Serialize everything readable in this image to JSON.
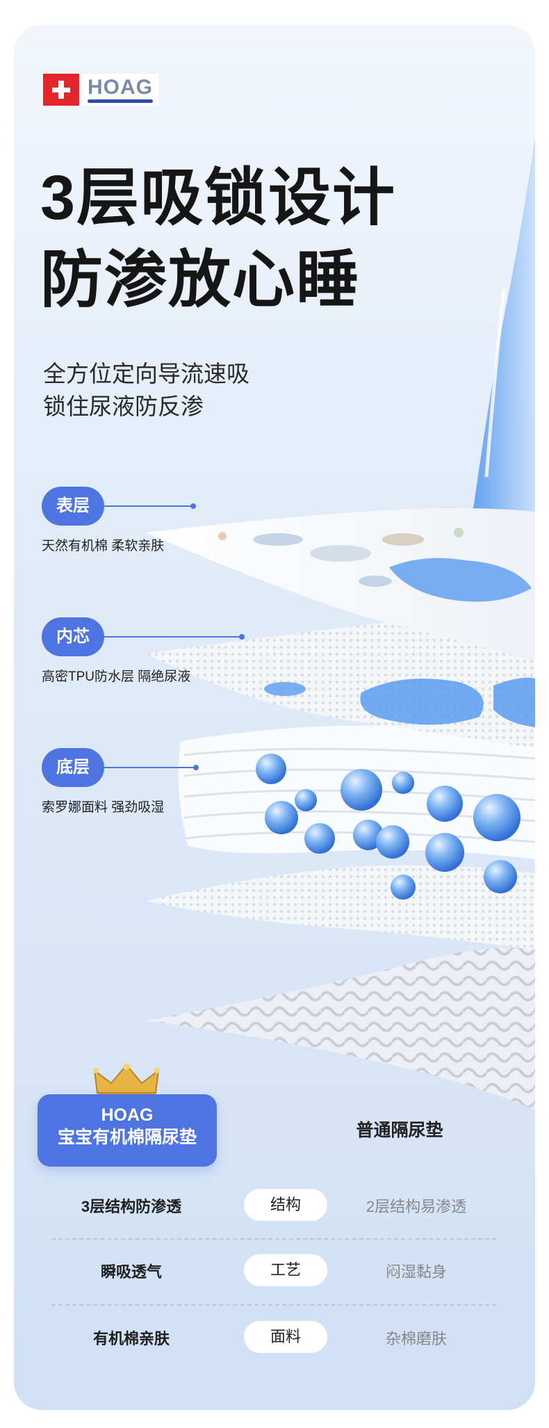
{
  "brand": {
    "name": "HOAG",
    "flag_icon": "swiss-cross-icon",
    "flag_color": "#e3262b"
  },
  "headline": [
    "3层吸锁设计",
    "防渗放心睡"
  ],
  "subline": [
    "全方位定向导流速吸",
    "锁住尿液防反渗"
  ],
  "layers": [
    {
      "tag": "表层",
      "desc": "天然有机棉 柔软亲肤"
    },
    {
      "tag": "内芯",
      "desc": "高密TPU防水层 隔绝尿液"
    },
    {
      "tag": "底层",
      "desc": "索罗娜面料 强劲吸湿"
    }
  ],
  "accent_color": "#4d74e0",
  "comparison": {
    "ours_title": [
      "HOAG",
      "宝宝有机棉隔尿垫"
    ],
    "theirs_title": "普通隔尿垫",
    "rows": [
      {
        "ours": "3层结构防渗透",
        "label": "结构",
        "theirs": "2层结构易渗透"
      },
      {
        "ours": "瞬吸透气",
        "label": "工艺",
        "theirs": "闷湿黏身"
      },
      {
        "ours": "有机棉亲肤",
        "label": "面料",
        "theirs": "杂棉磨肤"
      }
    ],
    "crown_icon": "crown-icon"
  }
}
